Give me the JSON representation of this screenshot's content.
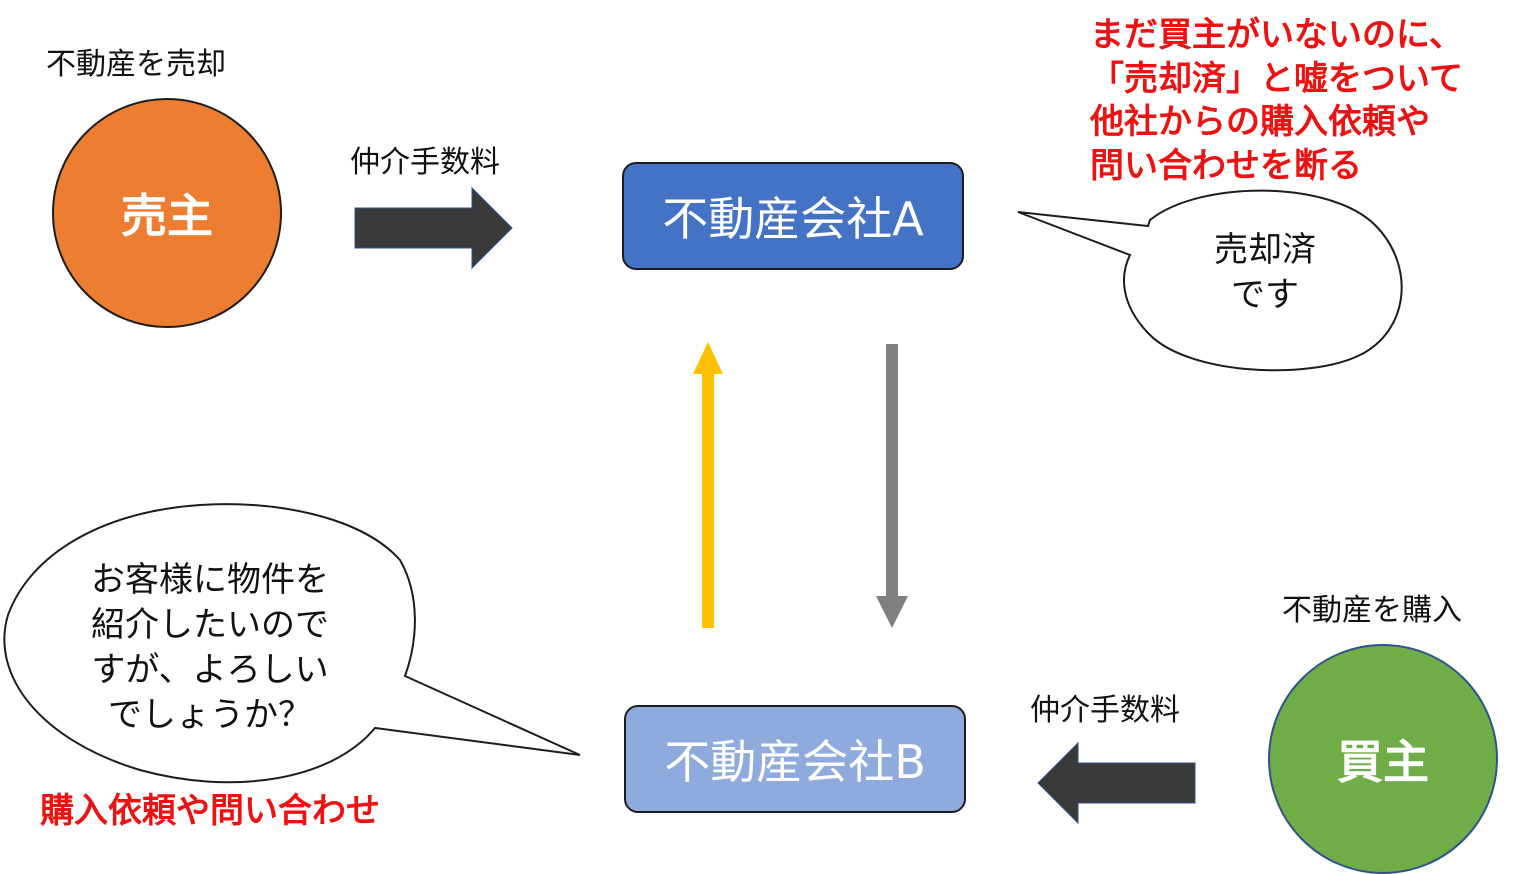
{
  "seller": {
    "caption": "不動産を売却",
    "label": "売主",
    "color": "#ed7d31"
  },
  "buyer": {
    "caption": "不動産を購入",
    "label": "買主",
    "color": "#70ad47"
  },
  "company_a": {
    "label": "不動産会社A",
    "color": "#4472c4"
  },
  "company_b": {
    "label": "不動産会社B",
    "color": "#8faadc"
  },
  "fee_top": "仲介手数料",
  "fee_bottom": "仲介手数料",
  "note_top": {
    "lines": [
      "まだ買主がいないのに、",
      "「売却済」と嘘をついて",
      "他社からの購入依頼や",
      "問い合わせを断る"
    ],
    "color": "#ff0000"
  },
  "bubble_a": {
    "text": "売却済\nです"
  },
  "bubble_b": {
    "text": "お客様に物件を\n紹介したいので\nすが、よろしい\nでしょうか？"
  },
  "note_bottom": {
    "text": "購入依頼や問い合わせ",
    "color": "#ff0000"
  },
  "colors": {
    "dark_arrow": "#3a3a3a",
    "up_arrow": "#ffc000",
    "down_arrow": "#7f7f7f"
  }
}
